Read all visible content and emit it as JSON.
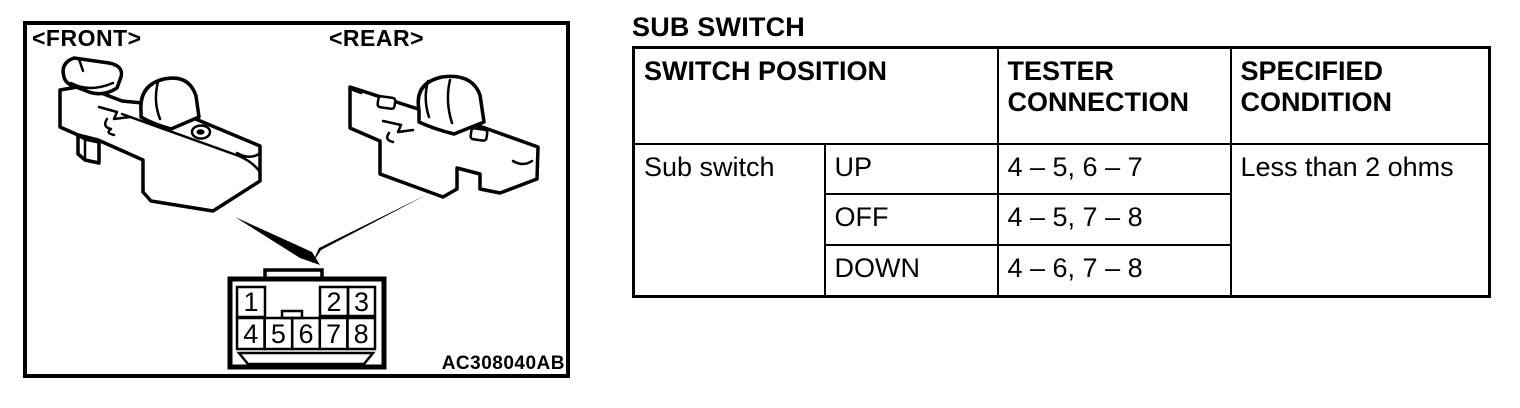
{
  "section_title": "SUB SWITCH",
  "figure": {
    "front_label": "<FRONT>",
    "rear_label": "<REAR>",
    "code": "AC308040AB",
    "pins_top": [
      "1",
      "2",
      "3"
    ],
    "pins_bottom": [
      "4",
      "5",
      "6",
      "7",
      "8"
    ]
  },
  "table": {
    "header": {
      "switch_position": "SWITCH POSITION",
      "tester_connection": "TESTER\nCONNECTION",
      "specified_condition": "SPECIFIED\nCONDITION"
    },
    "rows": [
      {
        "switch": "Sub switch",
        "position": "UP",
        "tester_connection": "4 – 5, 6 – 7",
        "specified_condition": "Less than 2 ohms"
      },
      {
        "position": "OFF",
        "tester_connection": "4 – 5, 7 – 8"
      },
      {
        "position": "DOWN",
        "tester_connection": "4 – 6, 7 – 8"
      }
    ]
  },
  "colors": {
    "ink": "#000000",
    "paper": "#ffffff"
  }
}
